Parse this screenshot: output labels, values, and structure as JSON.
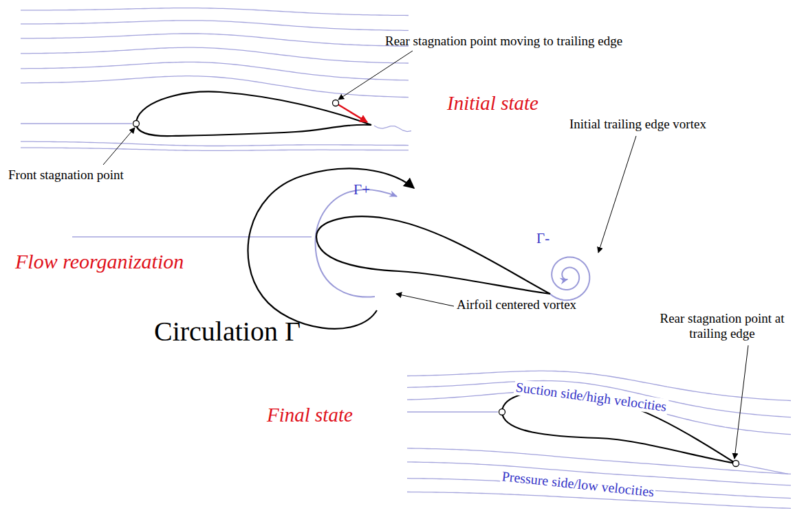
{
  "diagram": {
    "labels": [
      "Rear stagnation point moving to trailing edge",
      "Initial state",
      "Front stagnation point",
      "Γ+",
      "Initial trailing edge vortex",
      "Γ-",
      "Flow reorganization",
      "Airfoil centered vortex",
      "Circulation Γ",
      "Rear stagnation point at trailing edge",
      "Final state",
      "Suction side/high velocities",
      "Pressure side/low velocities"
    ]
  }
}
